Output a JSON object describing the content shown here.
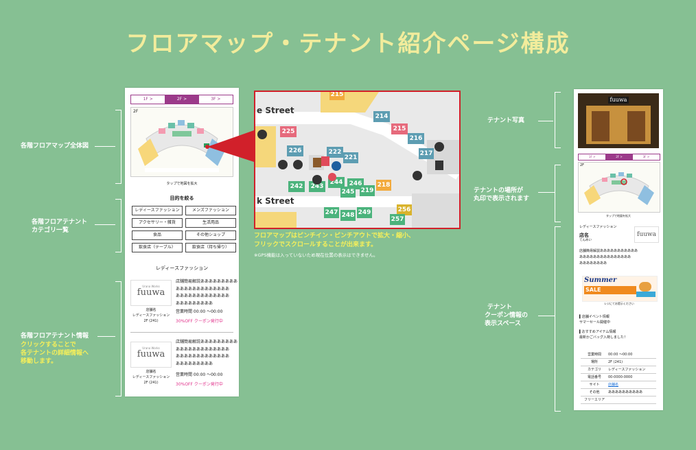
{
  "title": "フロアマップ・テナント紹介ページ構成",
  "left_phone": {
    "tabs": [
      "1F >",
      "2F >",
      "3F >"
    ],
    "floor_label": "2F",
    "map_caption": "タップで地図を拡大",
    "category_title": "目的を絞る",
    "categories": [
      "レディースファッション",
      "メンズファッション",
      "アクセサリー・雑貨",
      "生活用品",
      "食品",
      "その他ショップ",
      "飲食店（テーブル）",
      "飲食店（持ち帰り）"
    ],
    "section_title": "レディースファッション",
    "tenants": [
      {
        "logo_small": "Urana Works",
        "logo": "fuuwa",
        "desc_lines": [
          "店舗簡易解説あああああああああ",
          "あああああああああああああ",
          "あああああああああああああ",
          "あああああああああ"
        ],
        "name": "店舗名",
        "category": "レディースファッション",
        "floor": "2F (241)",
        "hours": "営業時間 00:00 〜00:00",
        "coupon": "30%OFF クーポン発行中"
      },
      {
        "logo_small": "Urana Works",
        "logo": "fuuwa",
        "desc_lines": [
          "店舗簡易解説あああああああああ",
          "あああああああああああああ",
          "あああああああああああああ",
          "あああああああああ"
        ],
        "name": "店舗名",
        "category": "レディースファッション",
        "floor": "2F (241)",
        "hours": "営業時間 00:00 〜00:00",
        "coupon": "30%OFF クーポン発行中"
      }
    ]
  },
  "left_annotations": {
    "map": "各階フロアマップ全体図",
    "category_1": "各階フロアテナント",
    "category_2": "カテゴリ一覧",
    "info": "各階フロアテナント情報",
    "info_y1": "クリックすることで",
    "info_y2": "各テナントの詳細情報へ",
    "info_y3": "移動します。"
  },
  "zoom_map": {
    "streets": [
      "e Street",
      "k Street"
    ],
    "rooms": [
      "215",
      "214",
      "225",
      "215",
      "216",
      "226",
      "222",
      "221",
      "217",
      "242",
      "243",
      "244",
      "246",
      "245",
      "219",
      "218",
      "247",
      "248",
      "249",
      "256",
      "257"
    ],
    "caption_1": "フロアマップはピンチイン・ピンチアウトで拡大・縮小、",
    "caption_2": "フリックでスクロールすることが出来ます。",
    "note": "※GPS機能は入っていないため現在位置の表示はできません。"
  },
  "right_phone": {
    "photo_sign": "fuuwa",
    "tabs": [
      "1F >",
      "2F >",
      "3F >"
    ],
    "floor_label": "2F",
    "map_caption": "タップで地図を拡大",
    "category": "レディースファッション",
    "shop_name": "店名",
    "shop_kana": "てんめい",
    "logo": "fuuwa",
    "desc_lines": [
      "店舗簡易解説あああああああああああ",
      "あああああああああああああああ",
      "ああああああああ"
    ],
    "coupon_title": "Summer",
    "coupon_sale": "SALE",
    "coupon_note": "レジにてお提示ください",
    "event_title": "▍店舗イベント情報",
    "event_text": "サマーセール開催中",
    "recommend_title": "▍おすすめアイテム情報",
    "recommend_text": "最新かごバッグ入荷しました！",
    "info": [
      [
        "営業時間",
        "00:00 〜00:00"
      ],
      [
        "場所",
        "2F (241)"
      ],
      [
        "カテゴリ",
        "レディースファッション"
      ],
      [
        "電話番号",
        "00-0000-0000"
      ],
      [
        "サイト",
        "店舗名"
      ],
      [
        "その他",
        "ああああああああああ"
      ],
      [
        "フリーエリア",
        ""
      ]
    ]
  },
  "right_annotations": {
    "photo": "テナント写真",
    "location_1": "テナントの場所が",
    "location_2": "丸印で表示されます",
    "coupon_1": "テナント",
    "coupon_2": "クーポン情報の",
    "coupon_3": "表示スペース"
  },
  "colors": {
    "background": "#86c093",
    "title": "#f2ec9c",
    "accent": "#9b3a8a",
    "highlight": "#d1202a",
    "yellow_text": "#f6ef5a"
  }
}
